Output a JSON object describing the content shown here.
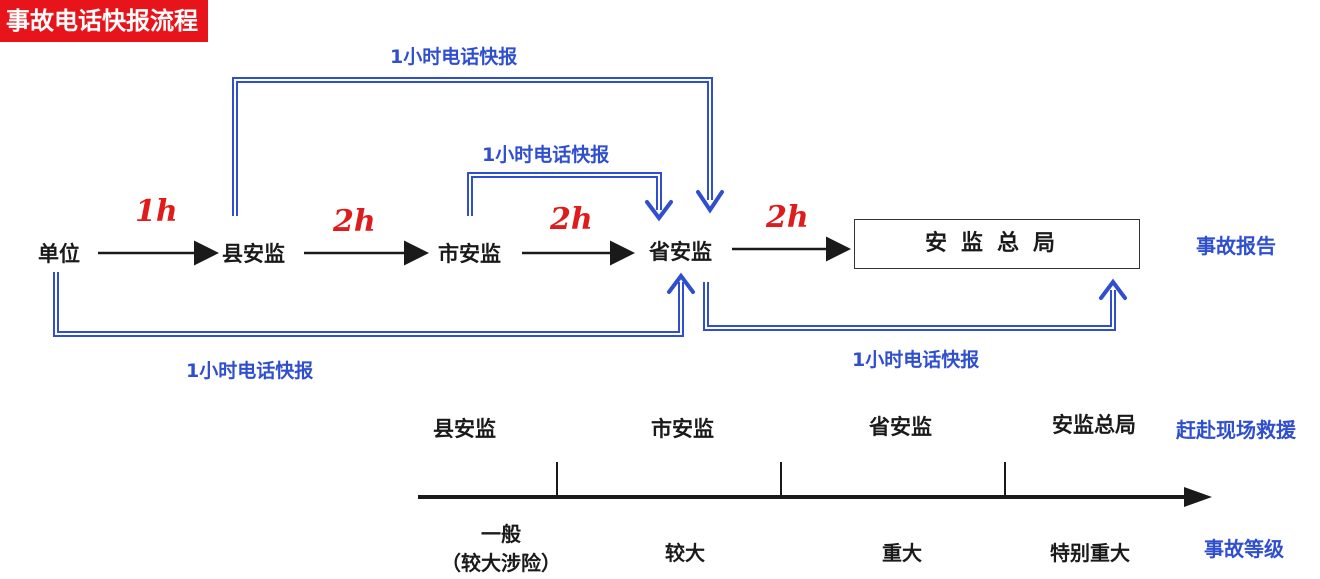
{
  "header": {
    "title": "事故电话快报流程"
  },
  "flow": {
    "nodes": {
      "unit": "单位",
      "county": "县安监",
      "city": "市安监",
      "province": "省安监",
      "national": "安监总局"
    },
    "time_labels": [
      "1h",
      "2h",
      "2h",
      "2h"
    ],
    "phone_report_label": "1小时电话快报"
  },
  "legend": {
    "report": "事故报告",
    "rescue": "赶赴现场救援",
    "level": "事故等级"
  },
  "timeline": {
    "agencies": [
      "县安监",
      "市安监",
      "省安监",
      "安监总局"
    ],
    "levels": {
      "general_line1": "一般",
      "general_line2": "（较大涉险）",
      "larger": "较大",
      "major": "重大",
      "extra": "特别重大"
    }
  },
  "colors": {
    "blue": "#2f4fcf",
    "red": "#e01b1b",
    "title_bg": "#e8141b",
    "black": "#1a1a1a"
  }
}
